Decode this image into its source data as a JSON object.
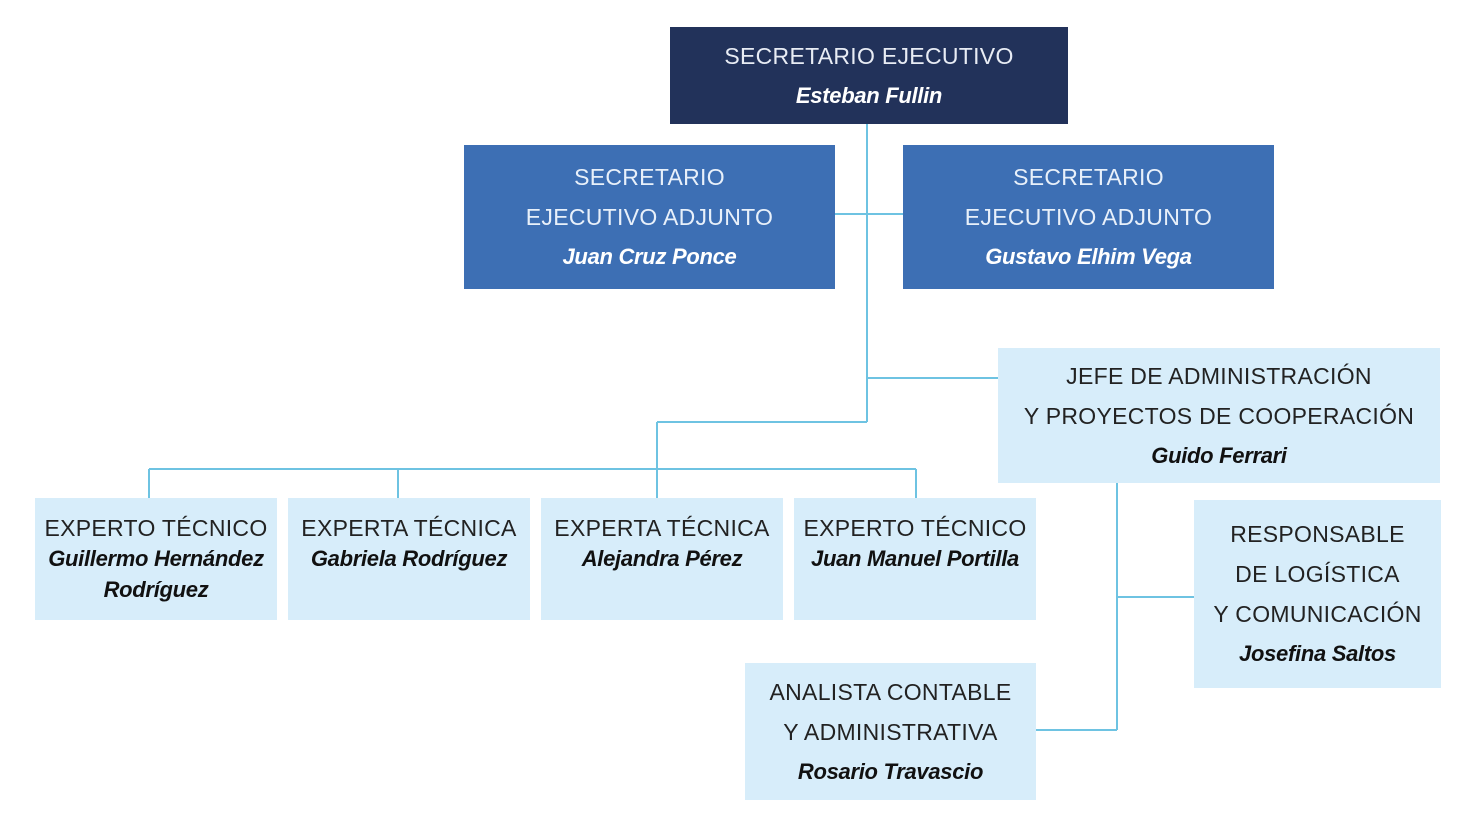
{
  "org_chart": {
    "secretario": {
      "title": "SECRETARIO EJECUTIVO",
      "name": "Esteban Fullin"
    },
    "adjunto_1": {
      "title": "SECRETARIO\nEJECUTIVO ADJUNTO",
      "name": "Juan Cruz Ponce"
    },
    "adjunto_2": {
      "title": "SECRETARIO\nEJECUTIVO ADJUNTO",
      "name": "Gustavo Elhim Vega"
    },
    "jefe_admin": {
      "title": "JEFE DE ADMINISTRACIÓN\nY PROYECTOS DE COOPERACIÓN",
      "name": "Guido Ferrari"
    },
    "experts": [
      {
        "title": "EXPERTO TÉCNICO",
        "name": "Guillermo Hernández\nRodríguez"
      },
      {
        "title": "EXPERTA TÉCNICA",
        "name": "Gabriela Rodríguez"
      },
      {
        "title": "EXPERTA TÉCNICA",
        "name": "Alejandra Pérez"
      },
      {
        "title": "EXPERTO TÉCNICO",
        "name": "Juan Manuel Portilla"
      }
    ],
    "logistica": {
      "title": "RESPONSABLE\nDE LOGÍSTICA\nY COMUNICACIÓN",
      "name": "Josefina Saltos"
    },
    "analista": {
      "title": "ANALISTA CONTABLE\nY ADMINISTRATIVA",
      "name": "Rosario Travascio"
    }
  },
  "colors": {
    "level_1": "#22325a",
    "level_2": "#3d6fb4",
    "level_3": "#d7edfa",
    "connector": "#6ec3e2"
  }
}
